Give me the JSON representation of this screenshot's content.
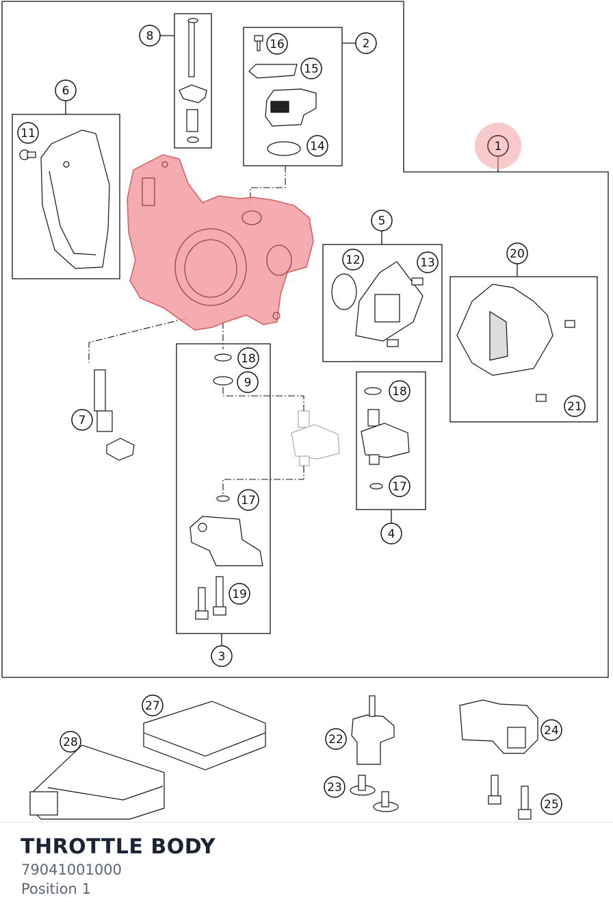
{
  "diagram": {
    "callouts": [
      "1",
      "2",
      "3",
      "4",
      "5",
      "6",
      "7",
      "8",
      "9",
      "11",
      "12",
      "13",
      "14",
      "15",
      "16",
      "17",
      "17",
      "18",
      "18",
      "19",
      "20",
      "21",
      "22",
      "23",
      "24",
      "25",
      "27",
      "28"
    ]
  },
  "colors": {
    "highlight": "#e8646a",
    "line": "#111111",
    "footer_title": "#1b2436",
    "footer_sub": "#5b6577"
  },
  "part": {
    "title": "THROTTLE BODY",
    "number": "79041001000",
    "position": "Position 1"
  }
}
